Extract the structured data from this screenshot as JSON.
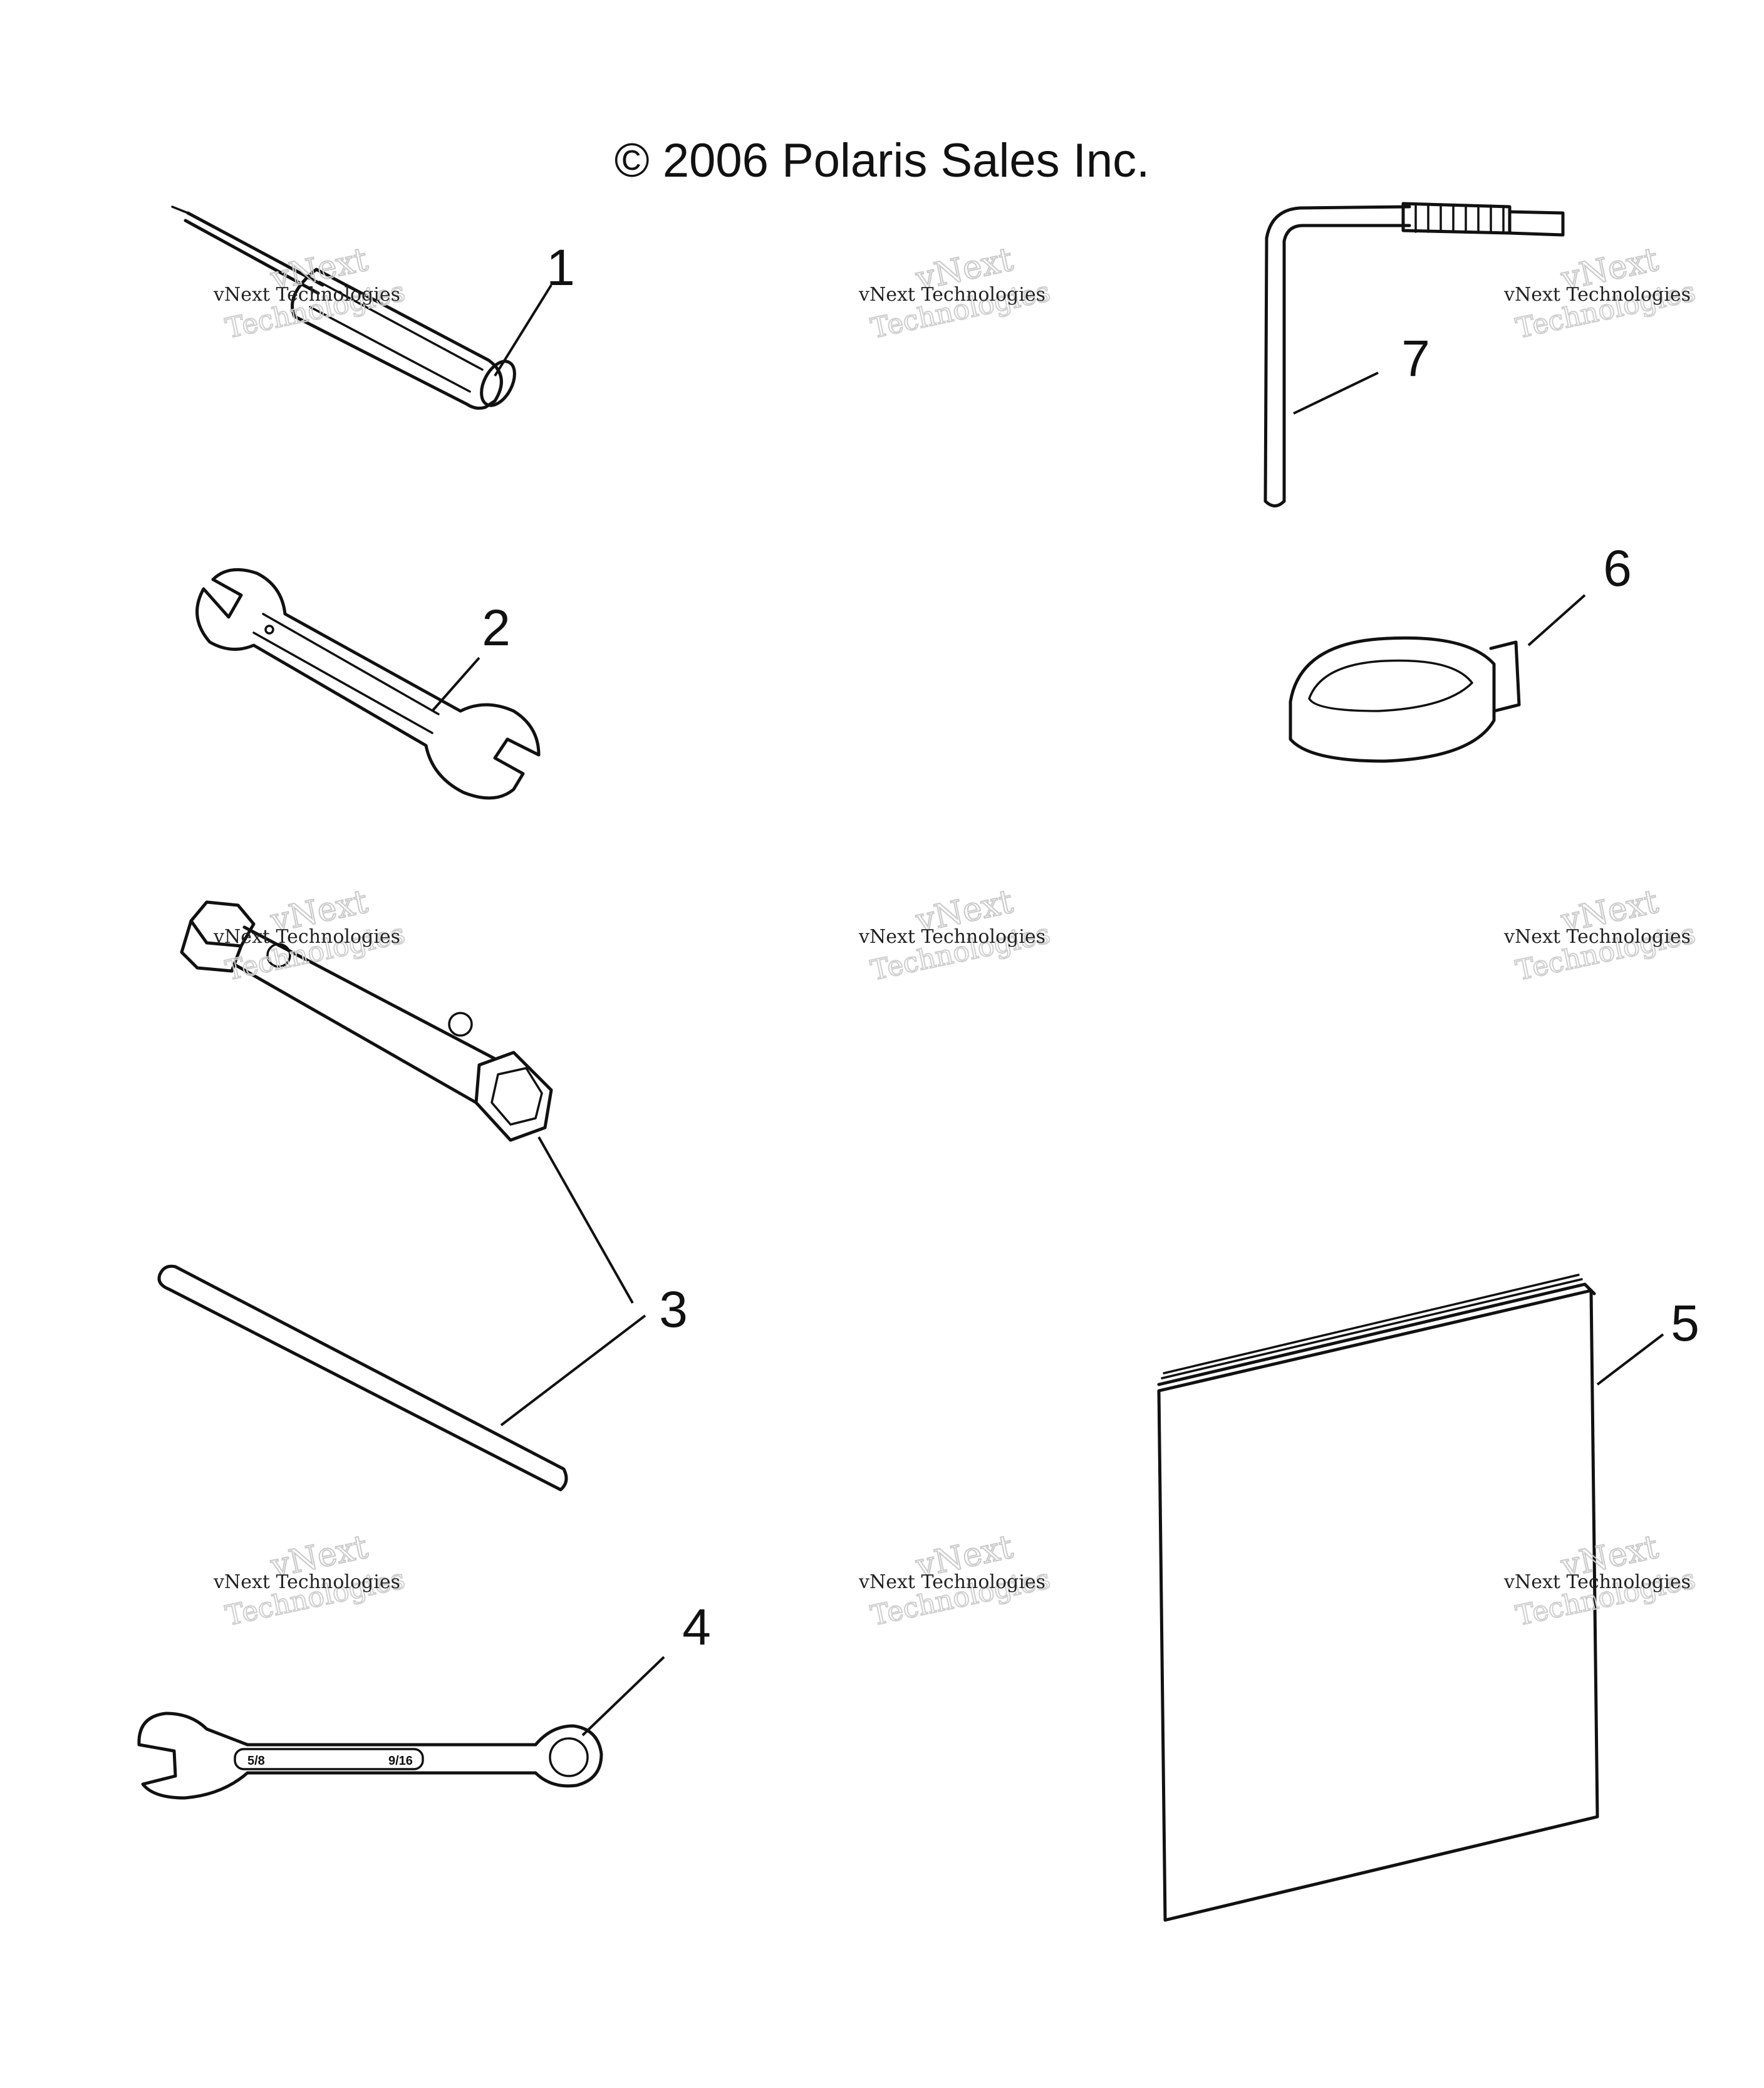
{
  "header": {
    "copyright": "© 2006 Polaris Sales Inc."
  },
  "callouts": [
    "1",
    "2",
    "3",
    "4",
    "5",
    "6",
    "7"
  ],
  "watermark": {
    "line1": "vNext Technologies",
    "line2": "vNext",
    "line3": "Technologies"
  },
  "wrench_markings": {
    "left": "5/8",
    "right": "9/16"
  }
}
